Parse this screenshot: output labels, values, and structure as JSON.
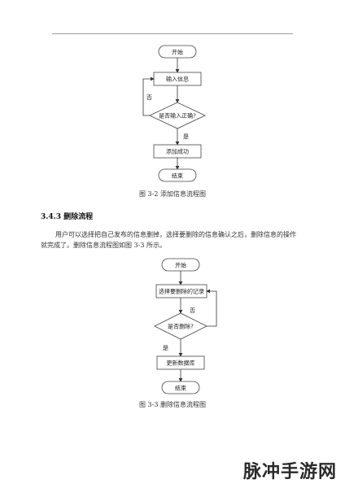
{
  "figure1": {
    "caption": "图 3-2  添加信息流程图",
    "nodes": {
      "start": "开始",
      "input": "输入信息",
      "decision": "是否输入正确?",
      "success": "添加成功",
      "end": "结束"
    },
    "edges": {
      "no": "否",
      "yes": "是"
    }
  },
  "section": {
    "heading": "3.4.3  删除流程",
    "paragraph": "用户可以选择把自己发布的信息删掉，选择要删除的信息确认之后，删除信息的操作就完成了。删除信息流程图如图 3-3 所示。"
  },
  "figure2": {
    "caption": "图 3-3  删除信息流程图",
    "nodes": {
      "start": "开始",
      "select": "选择要删除的记录",
      "decision": "是否删除?",
      "update": "更新数据库",
      "end": "结束"
    },
    "edges": {
      "no": "否",
      "yes": "是"
    }
  },
  "watermark": "脉冲手游网"
}
